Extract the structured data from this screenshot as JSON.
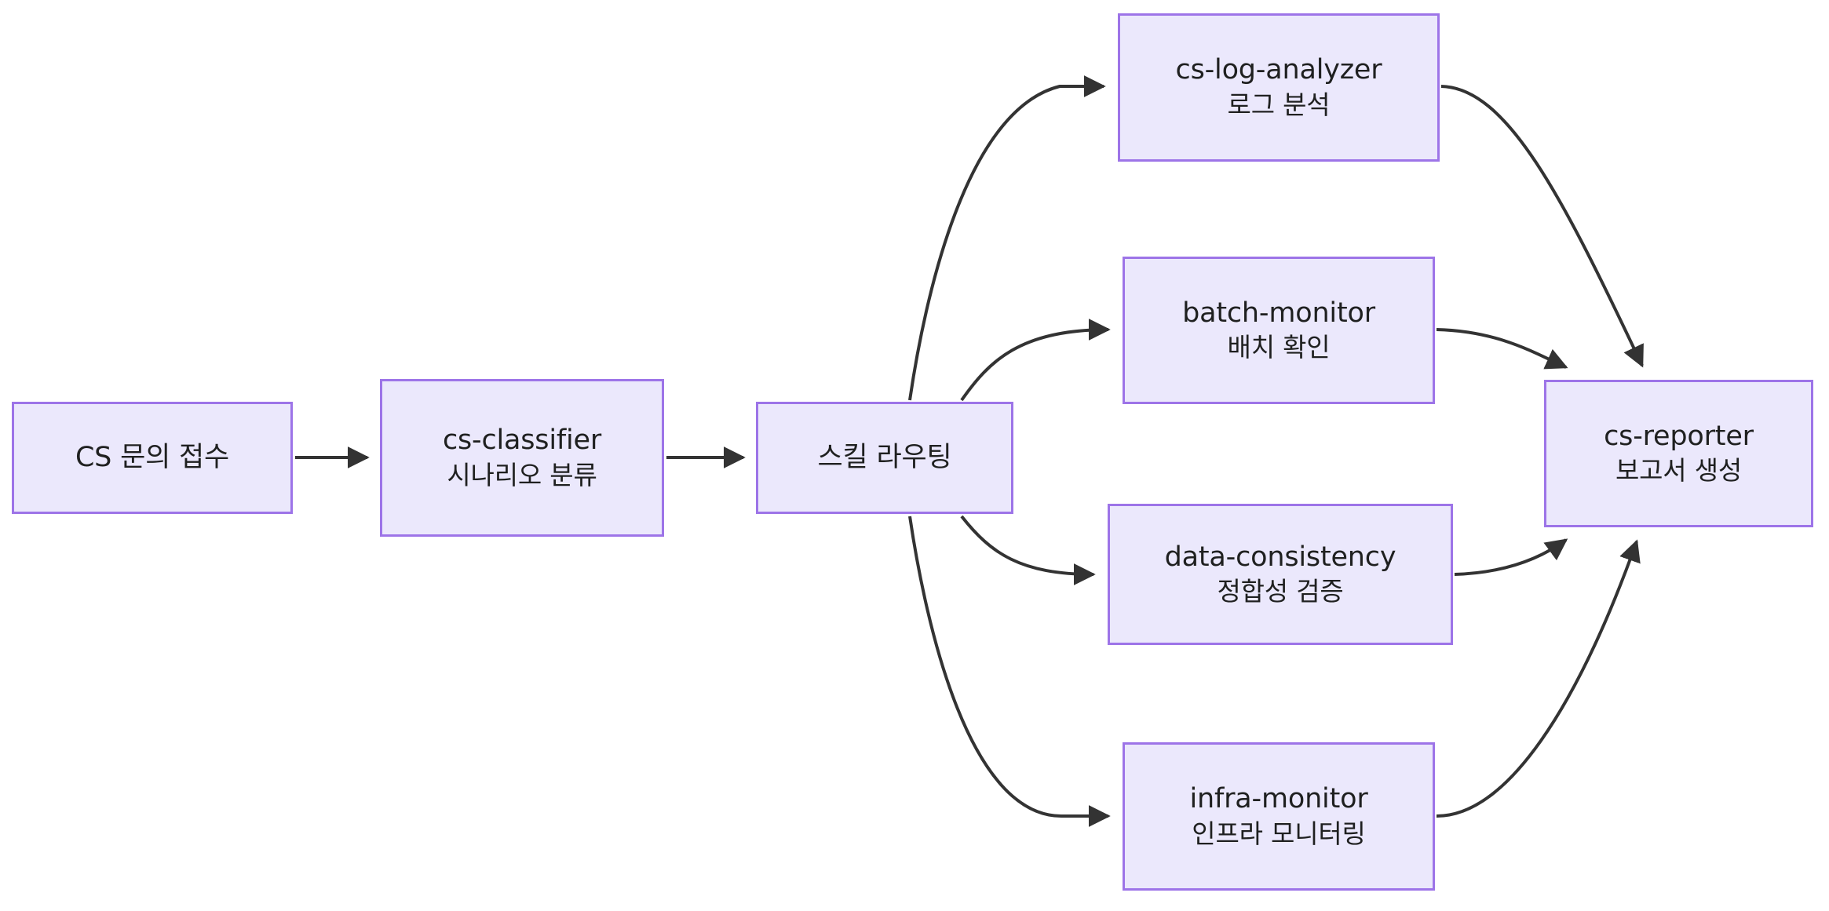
{
  "diagram": {
    "type": "flowchart",
    "direction": "left-to-right",
    "palette": {
      "node_fill": "#ebe8fc",
      "node_border": "#9d74e8",
      "edge_stroke": "#333333",
      "text": "#1f2020",
      "background": "#ffffff"
    },
    "nodes": [
      {
        "id": "intake",
        "title": "CS 문의 접수",
        "subtitle": ""
      },
      {
        "id": "classifier",
        "title": "cs-classifier",
        "subtitle": "시나리오 분류"
      },
      {
        "id": "router",
        "title": "스킬 라우팅",
        "subtitle": ""
      },
      {
        "id": "log",
        "title": "cs-log-analyzer",
        "subtitle": "로그 분석"
      },
      {
        "id": "batch",
        "title": "batch-monitor",
        "subtitle": "배치 확인"
      },
      {
        "id": "data",
        "title": "data-consistency",
        "subtitle": "정합성 검증"
      },
      {
        "id": "infra",
        "title": "infra-monitor",
        "subtitle": "인프라 모니터링"
      },
      {
        "id": "reporter",
        "title": "cs-reporter",
        "subtitle": "보고서 생성"
      }
    ],
    "edges": [
      {
        "from": "intake",
        "to": "classifier",
        "label": ""
      },
      {
        "from": "classifier",
        "to": "router",
        "label": ""
      },
      {
        "from": "router",
        "to": "log",
        "label": ""
      },
      {
        "from": "router",
        "to": "batch",
        "label": ""
      },
      {
        "from": "router",
        "to": "data",
        "label": ""
      },
      {
        "from": "router",
        "to": "infra",
        "label": ""
      },
      {
        "from": "log",
        "to": "reporter",
        "label": ""
      },
      {
        "from": "batch",
        "to": "reporter",
        "label": ""
      },
      {
        "from": "data",
        "to": "reporter",
        "label": ""
      },
      {
        "from": "infra",
        "to": "reporter",
        "label": ""
      }
    ]
  }
}
